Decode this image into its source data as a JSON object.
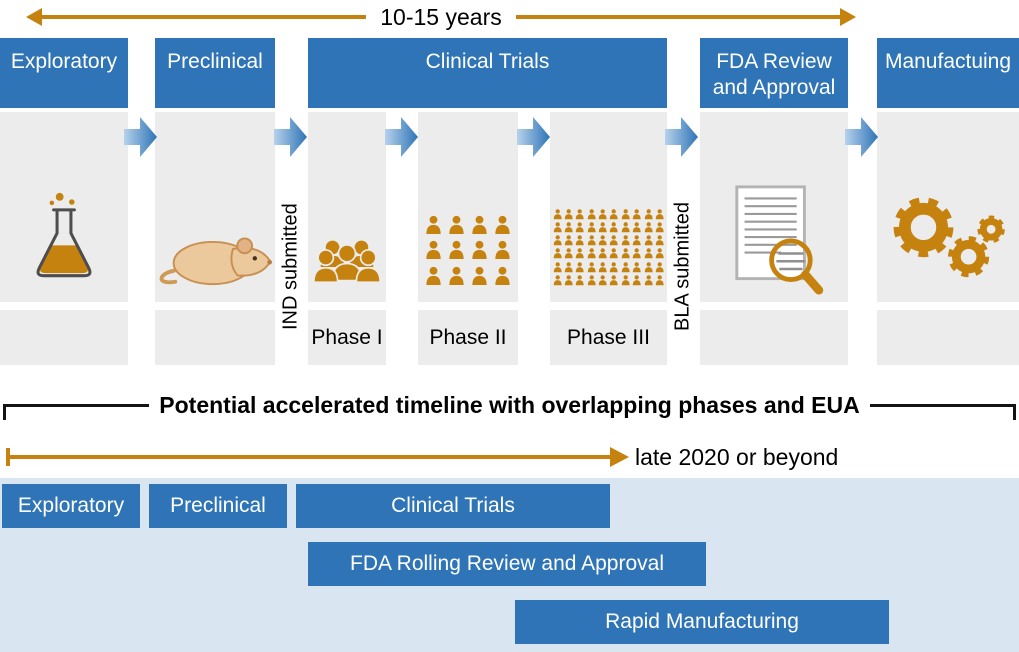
{
  "colors": {
    "blue": "#2e74b6",
    "orange": "#c5820e",
    "gray_box": "#ececec",
    "panel_blue": "#d9e6f2"
  },
  "standard": {
    "duration": "10-15 years",
    "headers": {
      "exploratory": "Exploratory",
      "preclinical": "Preclinical",
      "clinical": "Clinical Trials",
      "fda": "FDA Review and Approval",
      "manufacturing": "Manufactuing"
    },
    "milestones": {
      "ind": "IND submitted",
      "bla": "BLA submitted"
    },
    "phases": {
      "p1": "Phase I",
      "p2": "Phase II",
      "p3": "Phase III"
    },
    "icons": {
      "exploratory": "flask-icon",
      "preclinical": "mouse-icon",
      "phase1": "people-group-icon",
      "phase2": "people-grid-icon",
      "phase3": "people-crowd-icon",
      "fda": "document-magnifier-icon",
      "manufacturing": "gears-icon"
    }
  },
  "people_grids": {
    "phase2": {
      "cols": 4,
      "rows": 3
    },
    "phase3": {
      "cols": 10,
      "rows": 6
    }
  },
  "accelerated": {
    "title": "Potential accelerated timeline with overlapping phases and EUA",
    "arrow_label": "late 2020 or beyond",
    "bars": {
      "exploratory": "Exploratory",
      "preclinical": "Preclinical",
      "clinical": "Clinical Trials",
      "fda": "FDA Rolling Review and Approval",
      "manufacturing": "Rapid Manufacturing"
    }
  }
}
